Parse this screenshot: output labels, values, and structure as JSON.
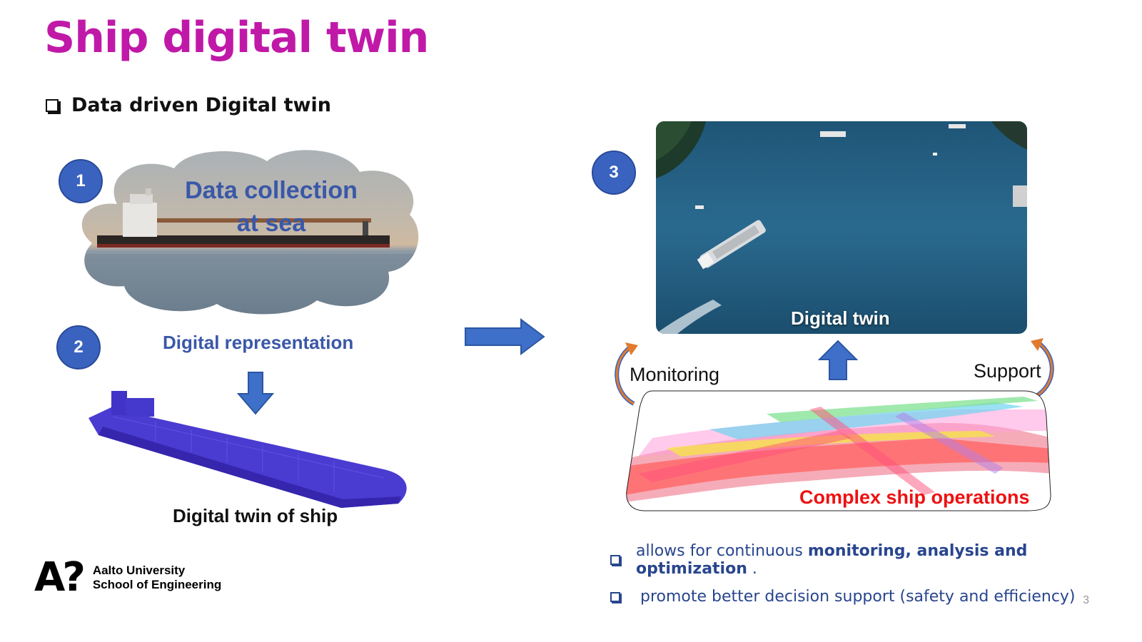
{
  "slide": {
    "title": "Ship digital twin",
    "subtitle": "Data driven Digital twin",
    "page_number": "3"
  },
  "colors": {
    "title": "#c019a8",
    "accent_blue": "#3a63c0",
    "label_blue": "#3a58a8",
    "red_label": "#ee1111",
    "curve_arrow": "#e07b2e"
  },
  "steps": {
    "one": "1",
    "two": "2",
    "three": "3"
  },
  "cloud": {
    "line1": "Data collection",
    "line2": "at sea"
  },
  "labels": {
    "digital_representation": "Digital representation",
    "digital_twin_of_ship": "Digital twin of ship",
    "digital_twin": "Digital twin",
    "monitoring": "Monitoring",
    "support": "Support",
    "complex_ops": "Complex ship operations"
  },
  "bullets": {
    "b1_pre": "allows for continuous ",
    "b1_bold": "monitoring, analysis and optimization",
    "b1_post": " .",
    "b2": "promote better decision support (safety and efficiency)"
  },
  "logo": {
    "mark": "A?",
    "line1": "Aalto University",
    "line2": "School of Engineering"
  }
}
